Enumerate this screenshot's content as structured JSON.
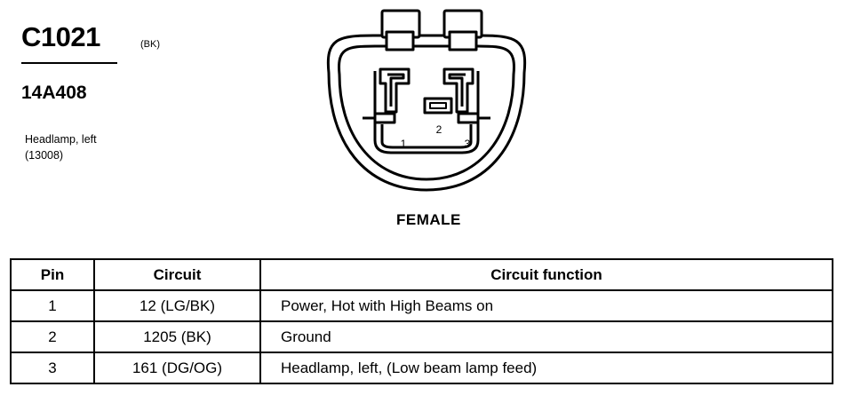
{
  "connector": {
    "id": "C1021",
    "color": "(BK)",
    "part_number": "14A408",
    "description_line1": "Headlamp, left",
    "description_line2": "(13008)",
    "gender": "FEMALE",
    "pin_labels": [
      "1",
      "2",
      "3"
    ]
  },
  "table": {
    "headers": {
      "pin": "Pin",
      "circuit": "Circuit",
      "function": "Circuit function"
    },
    "rows": [
      {
        "pin": "1",
        "circuit": "12 (LG/BK)",
        "function": "Power, Hot with High Beams on"
      },
      {
        "pin": "2",
        "circuit": "1205 (BK)",
        "function": "Ground"
      },
      {
        "pin": "3",
        "circuit": "161 (DG/OG)",
        "function": "Headlamp, left, (Low beam lamp feed)"
      }
    ]
  }
}
